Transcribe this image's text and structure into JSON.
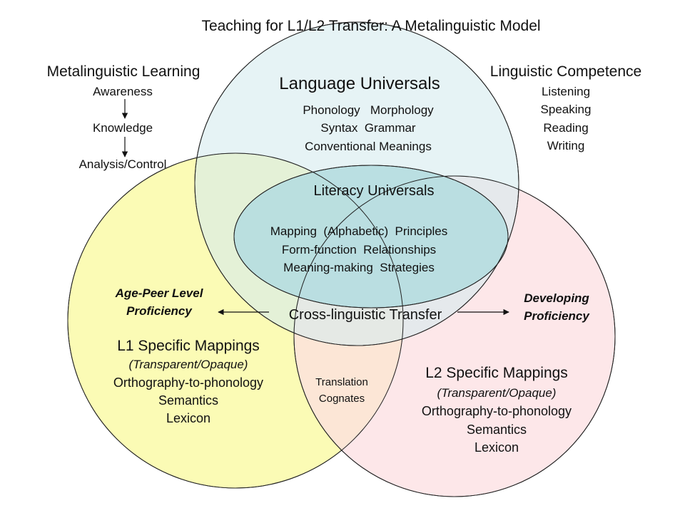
{
  "title": "Teaching for L1/L2 Transfer: A Metalinguistic Model",
  "metalinguistic": {
    "heading": "Metalinguistic Learning",
    "steps": [
      "Awareness",
      "Knowledge",
      "Analysis/Control"
    ]
  },
  "competence": {
    "heading": "Linguistic Competence",
    "items": [
      "Listening",
      "Speaking",
      "Reading",
      "Writing"
    ]
  },
  "language_universals": {
    "heading": "Language Universals",
    "lines": [
      "Phonology   Morphology",
      "Syntax  Grammar",
      "Conventional Meanings"
    ]
  },
  "literacy_universals": {
    "heading": "Literacy Universals",
    "lines": [
      "Mapping  (Alphabetic)  Principles",
      "Form-function  Relationships",
      "Meaning-making  Strategies"
    ]
  },
  "transfer": {
    "label": "Cross-linguistic Transfer",
    "left_label": [
      "Age-Peer Level",
      "Proficiency"
    ],
    "right_label": [
      "Developing",
      "Proficiency"
    ]
  },
  "l1": {
    "heading": "L1 Specific Mappings",
    "subtitle": "(Transparent/Opaque)",
    "lines": [
      "Orthography-to-phonology",
      "Semantics",
      "Lexicon"
    ]
  },
  "l2": {
    "heading": "L2 Specific Mappings",
    "subtitle": "(Transparent/Opaque)",
    "lines": [
      "Orthography-to-phonology",
      "Semantics",
      "Lexicon"
    ]
  },
  "overlap": {
    "lines": [
      "Translation",
      "Cognates"
    ]
  },
  "colors": {
    "top_circle": "#d6ebee",
    "l1_circle": "#fafaa8",
    "l2_circle": "#fcdfe2",
    "inner_ellipse": "#b5dde0",
    "stroke": "#222222"
  }
}
